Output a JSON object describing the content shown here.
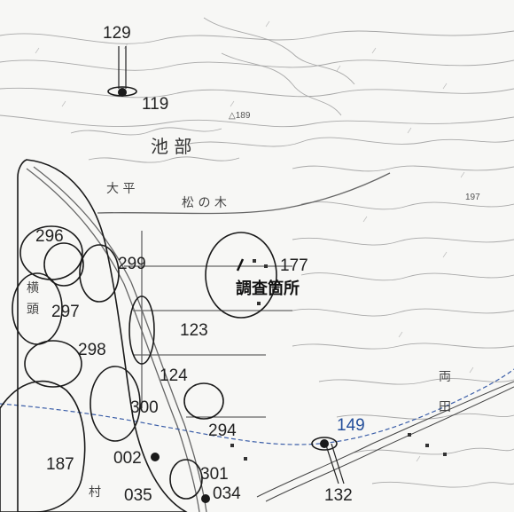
{
  "map": {
    "site_labels": {
      "s129": "129",
      "s119": "119",
      "s296": "296",
      "s299": "299",
      "s297": "297",
      "s298": "298",
      "s123": "123",
      "s177": "177",
      "s124": "124",
      "s300": "300",
      "s294": "294",
      "s149": "149",
      "s187": "187",
      "s002": "002",
      "s301": "301",
      "s035": "035",
      "s034": "034",
      "s132": "132"
    },
    "survey_label": "調査箇所",
    "place_names": {
      "ikebe": "池 部",
      "ohira": "大 平",
      "matsunoki": "松 の 木",
      "yokokashira_1": "横",
      "yokokashira_2": "頭",
      "ryota_1": "両",
      "ryota_2": "田",
      "mura": "村"
    },
    "elevations": {
      "e189": "△189",
      "e197": "197"
    },
    "colors": {
      "contour": "#9a9a9a",
      "boundary": "#222222",
      "water": "#3b5ea8",
      "paper": "#f7f7f5"
    }
  }
}
